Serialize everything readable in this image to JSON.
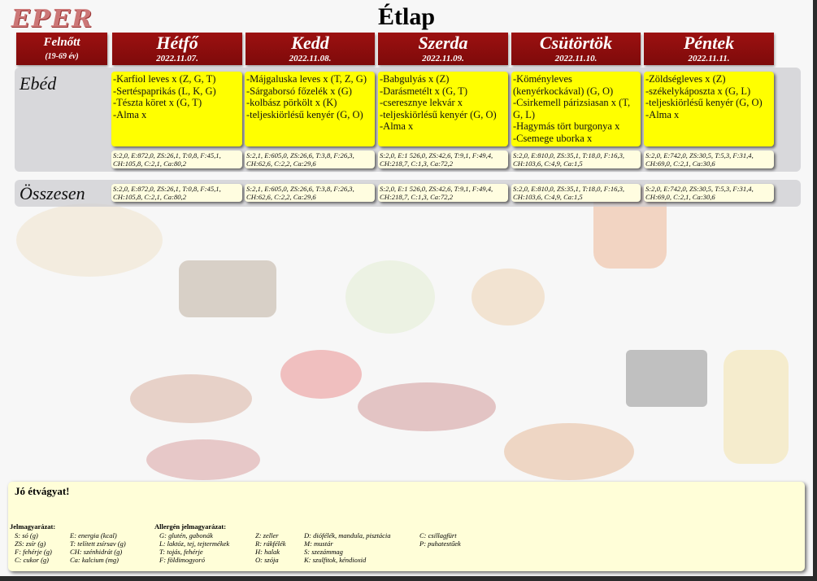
{
  "logo": "EPER",
  "title": "Étlap",
  "first_header": {
    "label": "Felnőtt",
    "sub": "(19-69 év)"
  },
  "days": [
    {
      "name": "Hétfő",
      "date": "2022.11.07.",
      "items": [
        "-Karfiol leves x (Z, G, T)",
        "-Sertéspaprikás (L, K, G)",
        "-Tészta köret x (G, T)",
        "-Alma x"
      ],
      "nutrition": "S:2,0, E:872,0, ZS:26,1, T:0,8, F:45,1, CH:105,8, C:2,1, Ca:80,2",
      "total": "S:2,0, E:872,0, ZS:26,1, T:0,8, F:45,1, CH:105,8, C:2,1, Ca:80,2"
    },
    {
      "name": "Kedd",
      "date": "2022.11.08.",
      "items": [
        "-Májgaluska leves x (T, Z, G)",
        "-Sárgaborsó főzelék x (G)",
        "-kolbász pörkölt x (K)",
        "-teljeskiörlésű kenyér (G, O)"
      ],
      "nutrition": "S:2,1, E:605,0, ZS:26,6, T:3,8, F:26,3, CH:62,6, C:2,2, Ca:29,6",
      "total": "S:2,1, E:605,0, ZS:26,6, T:3,8, F:26,3, CH:62,6, C:2,2, Ca:29,6"
    },
    {
      "name": "Szerda",
      "date": "2022.11.09.",
      "items": [
        "-Babgulyás x (Z)",
        "-Darásmetélt x (G, T)",
        "-cseresznye lekvár x",
        "-teljeskiörlésű kenyér (G, O)",
        "-Alma x"
      ],
      "nutrition": "S:2,0, E:1 526,0, ZS:42,6, T:9,1, F:49,4, CH:218,7, C:1,3, Ca:72,2",
      "total": "S:2,0, E:1 526,0, ZS:42,6, T:9,1, F:49,4, CH:218,7, C:1,3, Ca:72,2"
    },
    {
      "name": "Csütörtök",
      "date": "2022.11.10.",
      "items": [
        "-Köményleves (kenyérkockával) (G, O)",
        "-Csirkemell párizsiasan x (T, G, L)",
        "-Hagymás tört burgonya x",
        "-Csemege uborka x"
      ],
      "nutrition": "S:2,0, E:810,0, ZS:35,1, T:18,0, F:16,3, CH:103,6, C:4,9, Ca:1,5",
      "total": "S:2,0, E:810,0, ZS:35,1, T:18,0, F:16,3, CH:103,6, C:4,9, Ca:1,5"
    },
    {
      "name": "Péntek",
      "date": "2022.11.11.",
      "items": [
        "-Zöldségleves x (Z)",
        "-székelykáposzta x (G, L)",
        "-teljeskiörlésű kenyér (G, O)",
        "-Alma x"
      ],
      "nutrition": "S:2,0, E:742,0, ZS:30,5, T:5,3, F:31,4, CH:69,0, C:2,1, Ca:30,6",
      "total": "S:2,0, E:742,0, ZS:30,5, T:5,3, F:31,4, CH:69,0, C:2,1, Ca:30,6"
    }
  ],
  "row_labels": {
    "lunch": "Ebéd",
    "total": "Összesen"
  },
  "footer": {
    "appetite": "Jó étvágyat!",
    "legend_title": "Jelmagyarázat:",
    "allergen_title": "Allergén jelmagyarázat:",
    "legend_col1": [
      "S: só (g)",
      "ZS: zsír (g)",
      "F: fehérje (g)",
      "C: cukor (g)"
    ],
    "legend_col2": [
      "E: energia (kcal)",
      "T: telített zsírsav (g)",
      "CH: szénhidrát (g)",
      "Ca: kalcium (mg)"
    ],
    "allergen_col1": [
      "G: glutén, gabonák",
      "L: laktóz, tej, tejtermékek",
      "T: tojás, fehérje",
      "F: földimogyoró"
    ],
    "allergen_col2": [
      "Z: zeller",
      "R: rákfélék",
      "H: halak",
      "O: szója"
    ],
    "allergen_col3": [
      "D: diófélék, mandula, pisztácia",
      "M: mustár",
      "S: szezámmag",
      "K: szulfitok, kéndioxid"
    ],
    "allergen_col4": [
      "C: csillagfürt",
      "P: puhatestűek"
    ]
  }
}
